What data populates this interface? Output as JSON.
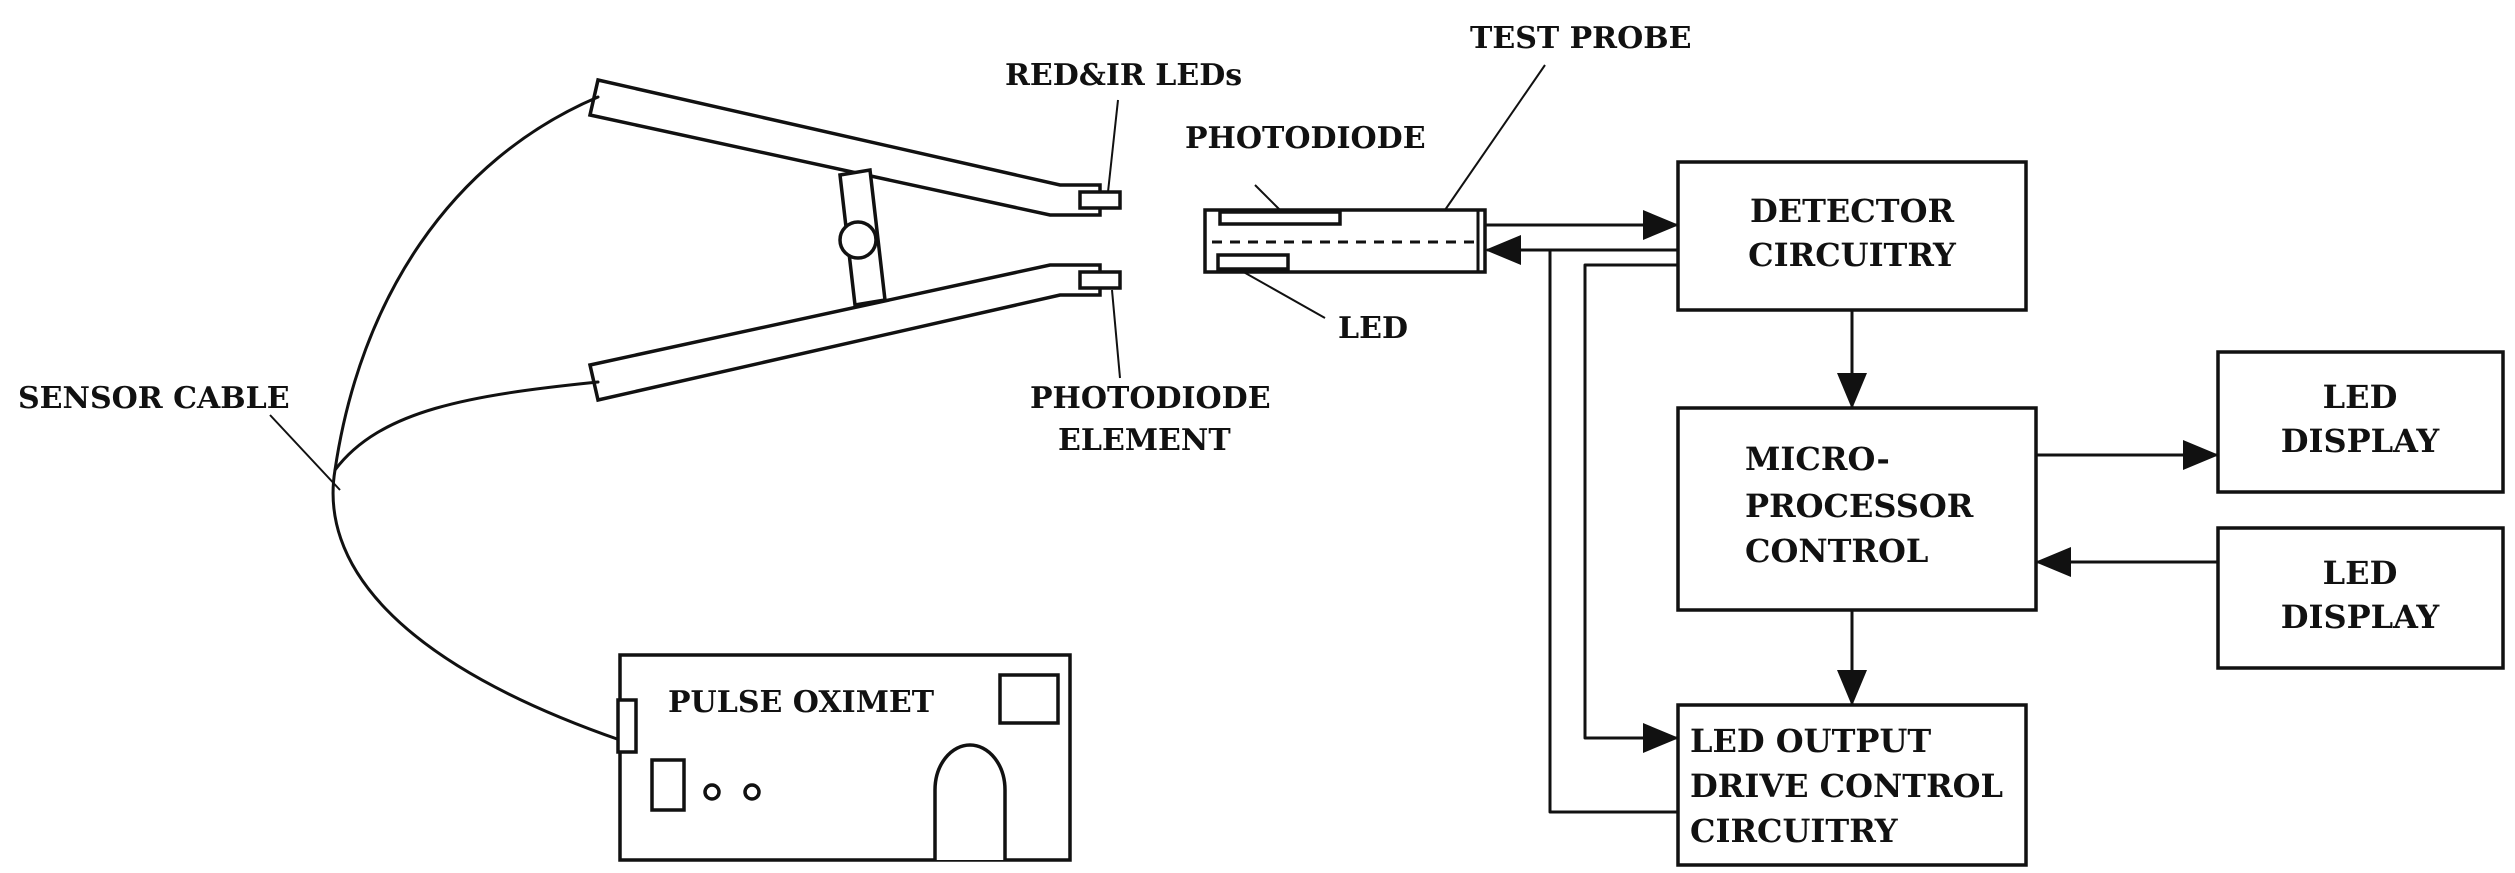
{
  "labels": {
    "red_ir_leds": "RED&IR LEDs",
    "test_probe": "TEST PROBE",
    "photodiode": "PHOTODIODE",
    "led": "LED",
    "photodiode_element_1": "PHOTODIODE",
    "photodiode_element_2": "ELEMENT",
    "sensor_cable": "SENSOR CABLE",
    "pulse_oximeter": "PULSE OXIMET"
  },
  "blocks": {
    "detector": [
      "DETECTOR",
      "CIRCUITRY"
    ],
    "microprocessor": [
      "MICRO-",
      "PROCESSOR",
      "CONTROL"
    ],
    "led_display_1": [
      "LED",
      "DISPLAY"
    ],
    "led_display_2": [
      "LED",
      "DISPLAY"
    ],
    "led_output": [
      "LED OUTPUT",
      "DRIVE CONTROL",
      "CIRCUITRY"
    ]
  }
}
